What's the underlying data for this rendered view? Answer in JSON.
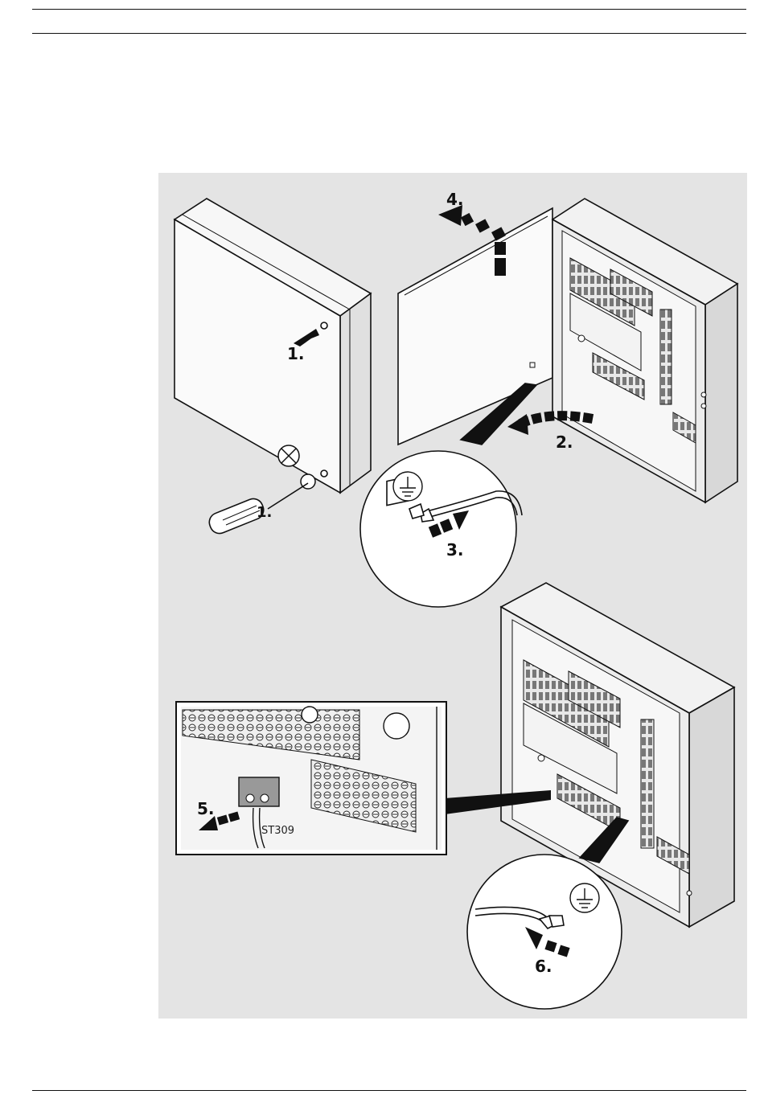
{
  "figure": {
    "steps": {
      "s1": "1.",
      "s1b": "1.",
      "s2": "2.",
      "s3": "3.",
      "s4": "4.",
      "s5": "5.",
      "s6": "6."
    },
    "connector_label": "ST309"
  },
  "colors": {
    "figure_background": "#e4e4e4",
    "line": "#111111"
  }
}
